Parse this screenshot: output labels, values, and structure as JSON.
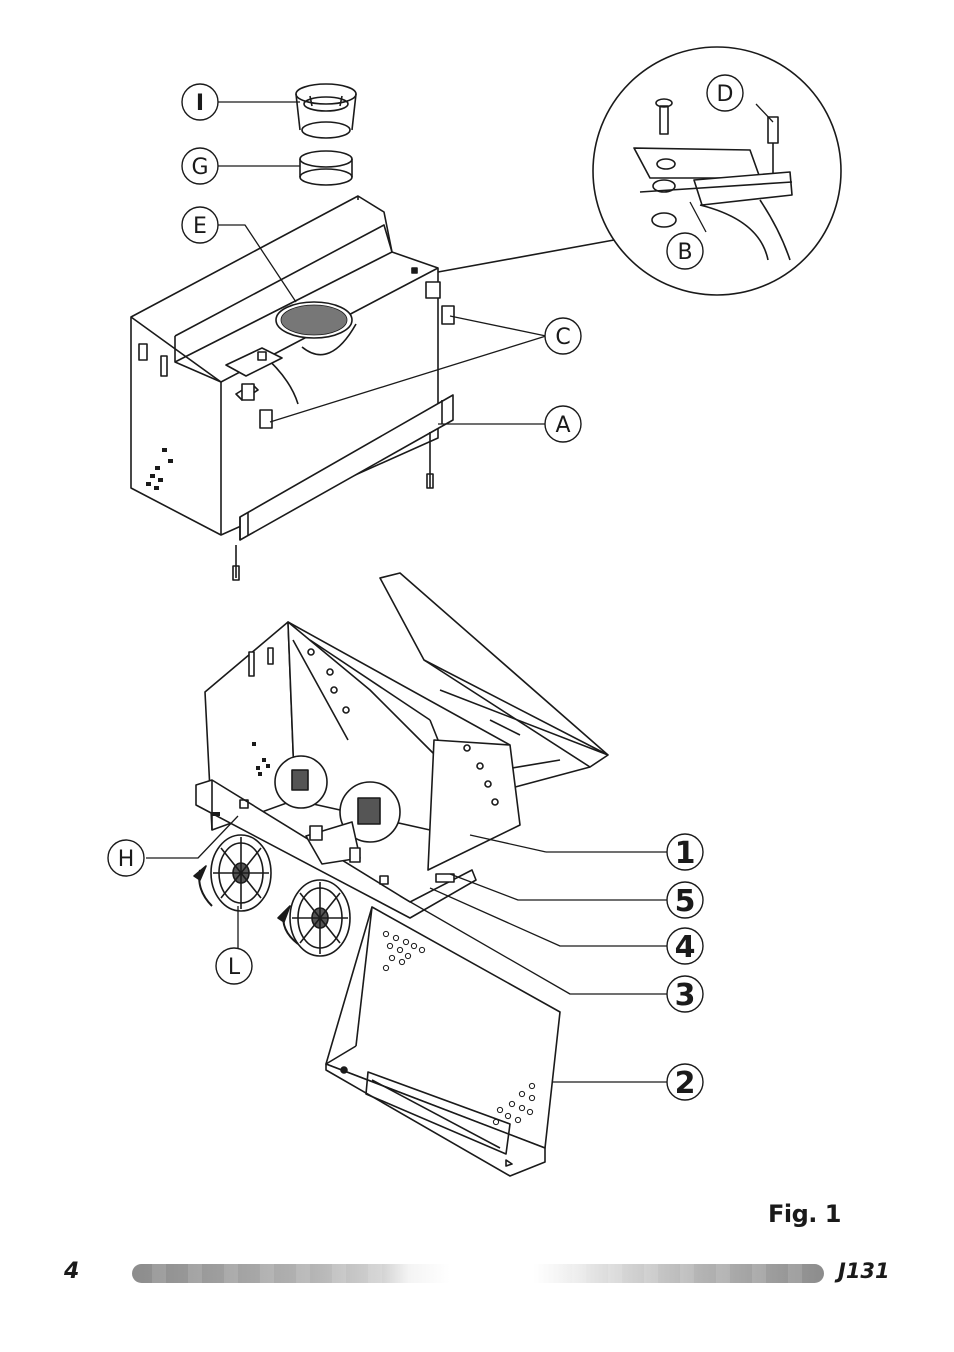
{
  "callouts": {
    "I": "I",
    "G": "G",
    "E": "E",
    "D": "D",
    "C": "C",
    "B": "B",
    "A": "A",
    "H": "H",
    "L": "L",
    "n1": "1",
    "n5": "5",
    "n4": "4",
    "n3": "3",
    "n2": "2"
  },
  "caption": "Fig. 1",
  "footer": {
    "page_number": "4",
    "code": "J131"
  }
}
